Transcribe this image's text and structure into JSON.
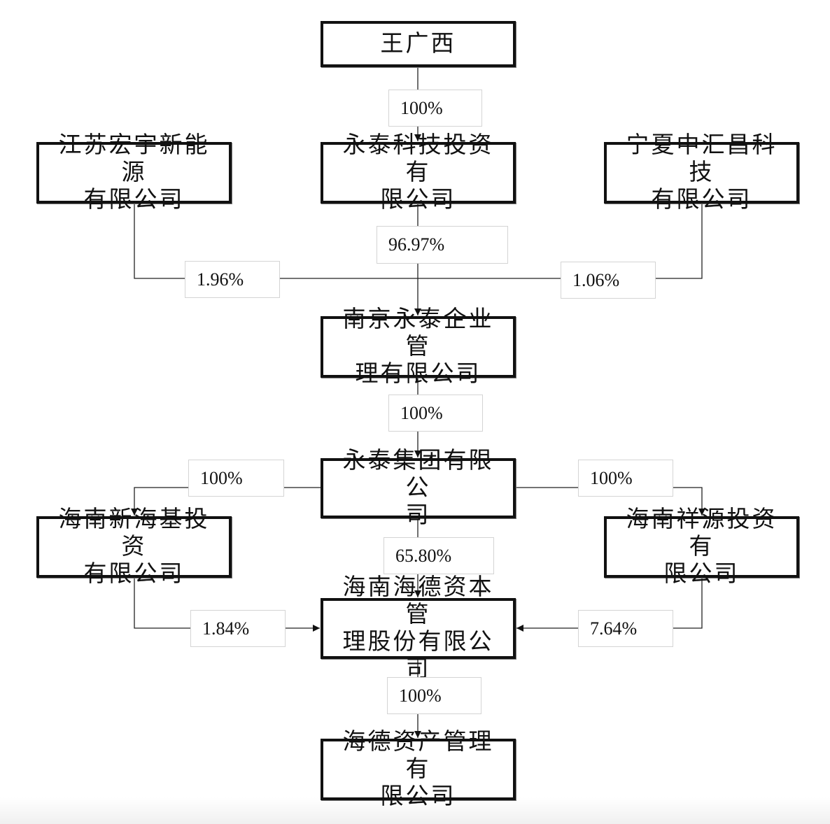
{
  "diagram": {
    "type": "ownership-structure",
    "entities": [
      {
        "id": "wang",
        "name": "王广西"
      },
      {
        "id": "jiangsu",
        "line1": "江苏宏宇新能源",
        "line2": "有限公司",
        "name": "江苏宏宇新能源有限公司"
      },
      {
        "id": "yongtai_tech",
        "line1": "永泰科技投资有",
        "line2": "限公司",
        "name": "永泰科技投资有限公司"
      },
      {
        "id": "ningxia",
        "line1": "宁夏中汇昌科技",
        "line2": "有限公司",
        "name": "宁夏中汇昌科技有限公司"
      },
      {
        "id": "nanjing",
        "line1": "南京永泰企业管",
        "line2": "理有限公司",
        "name": "南京永泰企业管理有限公司"
      },
      {
        "id": "yongtai_group",
        "line1": "永泰集团有限公",
        "line2": "司",
        "name": "永泰集团有限公司"
      },
      {
        "id": "xinhaiji",
        "line1": "海南新海基投资",
        "line2": "有限公司",
        "name": "海南新海基投资有限公司"
      },
      {
        "id": "xiangyuan",
        "line1": "海南祥源投资有",
        "line2": "限公司",
        "name": "海南祥源投资有限公司"
      },
      {
        "id": "haide_capital",
        "line1": "海南海德资本管",
        "line2": "理股份有限公司",
        "name": "海南海德资本管理股份有限公司"
      },
      {
        "id": "haide_asset",
        "line1": "海德资产管理有",
        "line2": "限公司",
        "name": "海德资产管理有限公司"
      }
    ],
    "edges": [
      {
        "from": "wang",
        "to": "yongtai_tech",
        "label": "100%"
      },
      {
        "from": "yongtai_tech",
        "to": "nanjing",
        "label": "96.97%"
      },
      {
        "from": "jiangsu",
        "to": "nanjing",
        "label": "1.96%"
      },
      {
        "from": "ningxia",
        "to": "nanjing",
        "label": "1.06%"
      },
      {
        "from": "nanjing",
        "to": "yongtai_group",
        "label": "100%"
      },
      {
        "from": "yongtai_group",
        "to": "xinhaiji",
        "label": "100%"
      },
      {
        "from": "yongtai_group",
        "to": "xiangyuan",
        "label": "100%"
      },
      {
        "from": "yongtai_group",
        "to": "haide_capital",
        "label": "65.80%"
      },
      {
        "from": "xinhaiji",
        "to": "haide_capital",
        "label": "1.84%"
      },
      {
        "from": "xiangyuan",
        "to": "haide_capital",
        "label": "7.64%"
      },
      {
        "from": "haide_capital",
        "to": "haide_asset",
        "label": "100%"
      }
    ]
  }
}
